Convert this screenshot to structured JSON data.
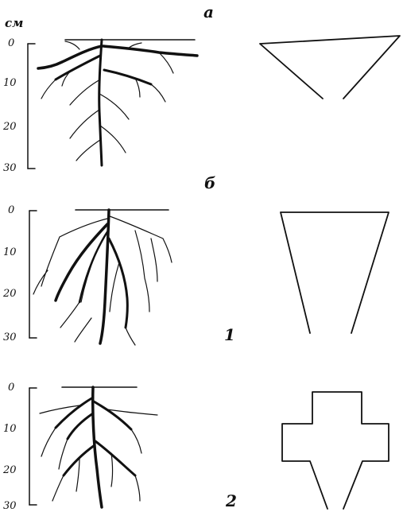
{
  "unit_label": "см",
  "panels": [
    {
      "id": "a",
      "letter": "a",
      "ticks": [
        "0",
        "10",
        "20",
        "30"
      ]
    },
    {
      "id": "b",
      "letter": "б",
      "ticks": [
        "0",
        "10",
        "20",
        "30"
      ],
      "number": "1"
    },
    {
      "id": "c",
      "ticks": [
        "0",
        "10",
        "20",
        "30"
      ],
      "number": "2"
    }
  ]
}
